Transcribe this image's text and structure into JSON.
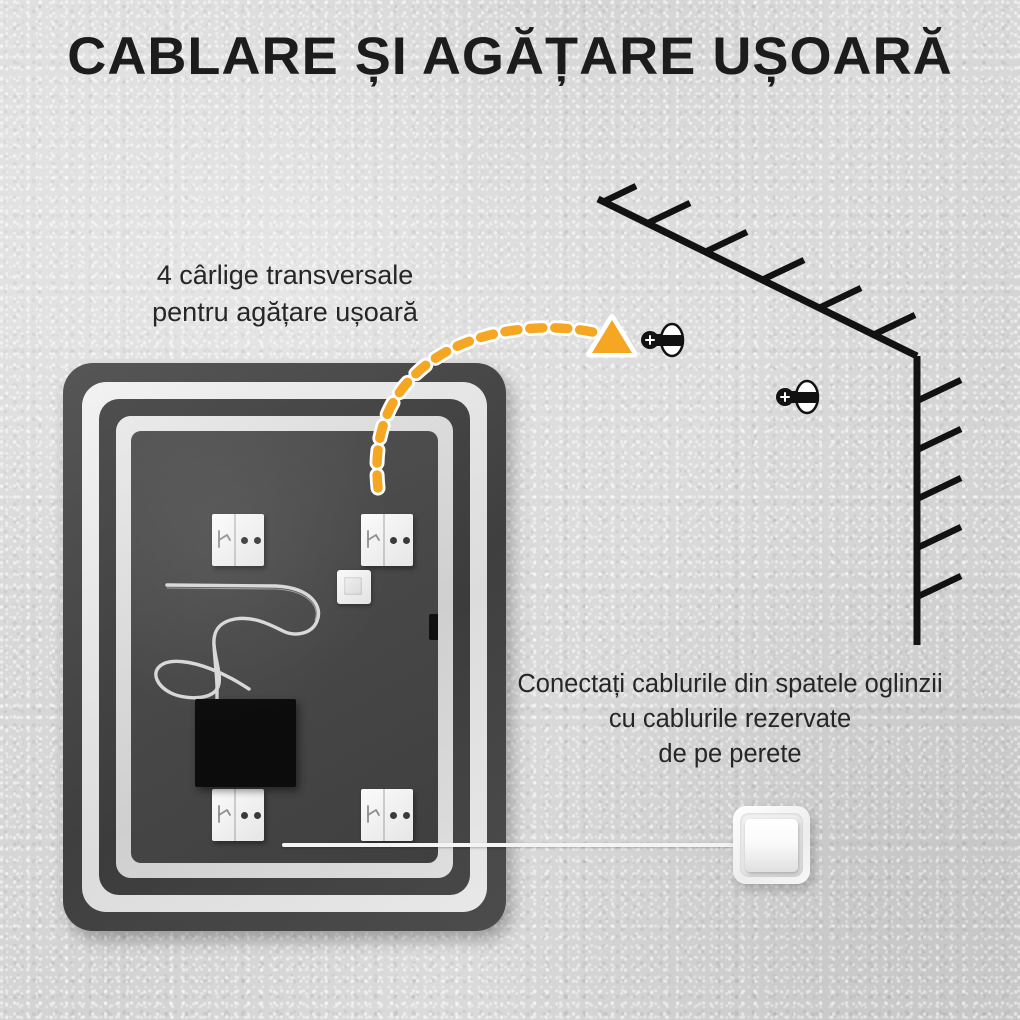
{
  "page": {
    "title": "CABLARE ȘI AGĂȚARE UȘOARĂ",
    "background_color": "#d3d3d3",
    "title_color": "#1c1c1c"
  },
  "annotations": {
    "hooks_caption": {
      "line1": "4 cârlige transversale",
      "line2": "pentru agățare ușoară"
    },
    "wiring_caption": {
      "line1": "Conectați cablurile din spatele oglinzii",
      "line2": "cu cablurile rezervate",
      "line3": "de pe perete"
    },
    "arrow_color": "#F5A623",
    "arrow_outline_color": "#ffffff"
  },
  "mirror": {
    "label": "led-mirror-back-panel",
    "frame_outer_color": "#4a4a4a",
    "frame_glow_color": "#eaeaea",
    "panel_color": "#4a4a4a",
    "hooks": [
      {
        "name": "hook-top-left"
      },
      {
        "name": "hook-top-right"
      },
      {
        "name": "hook-bottom-left"
      },
      {
        "name": "hook-bottom-right"
      }
    ],
    "components": [
      {
        "name": "touch-sensor"
      },
      {
        "name": "led-driver-box"
      },
      {
        "name": "cable-connector"
      }
    ]
  },
  "wall": {
    "corner_line_color": "#111111",
    "screws": [
      {
        "name": "wall-screw-upper"
      },
      {
        "name": "wall-screw-lower"
      }
    ]
  },
  "light_switch": {
    "name": "wall-light-switch",
    "plate_color": "#f7f7f7"
  }
}
